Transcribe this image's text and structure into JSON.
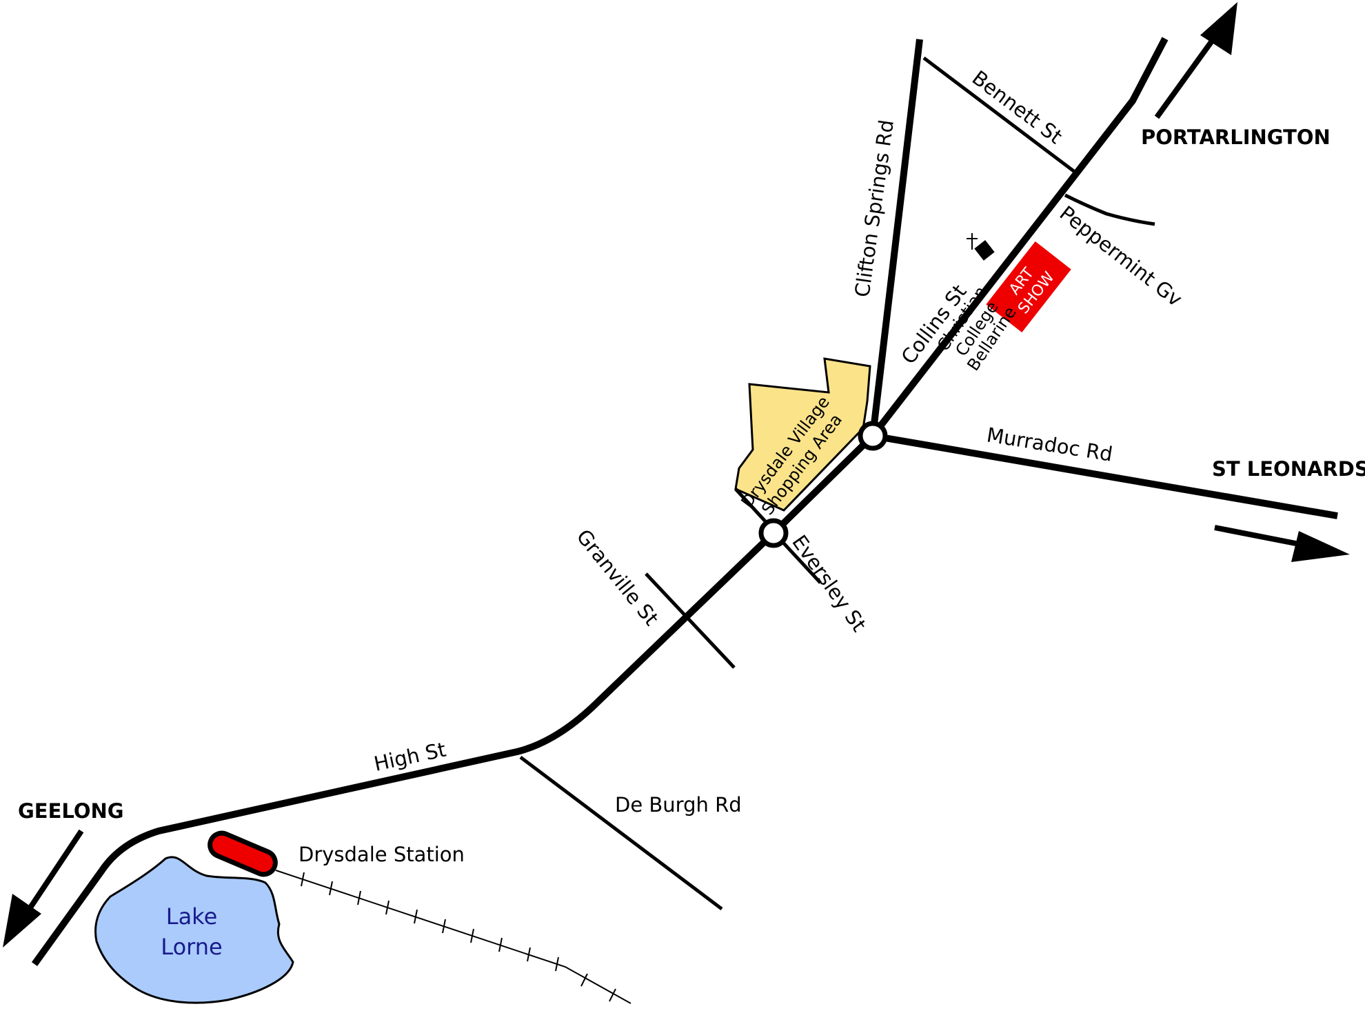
{
  "colors": {
    "road": "#000000",
    "shopping_area": "#fbe38a",
    "lake_fill": "#aacbfb",
    "lake_text": "#1a1a8c",
    "station": "#ee0000",
    "art_show": "#ee0000",
    "background": "#ffffff"
  },
  "destinations": {
    "portarlington": "PORTARLINGTON",
    "st_leonards": "ST LEONARDS",
    "geelong": "GEELONG"
  },
  "roads": {
    "bennett_st": "Bennett St",
    "clifton_springs_rd": "Clifton Springs Rd",
    "peppermint_gv": "Peppermint Gv",
    "collins_st": "Collins St",
    "murradoc_rd": "Murradoc Rd",
    "eversley_st": "Eversley St",
    "granville_st": "Granville St",
    "high_st": "High St",
    "de_burgh_rd": "De Burgh Rd"
  },
  "places": {
    "shopping_line1": "Drysdale Village",
    "shopping_line2": "Shopping Area",
    "college_line1": "Christian",
    "college_line2": "College",
    "college_line3": "Bellarine",
    "art_show_line1": "ART",
    "art_show_line2": "SHOW",
    "station": "Drysdale Station",
    "lake_line1": "Lake",
    "lake_line2": "Lorne"
  },
  "icons": {
    "church": "church-icon",
    "station": "train-station-icon",
    "roundabout": "roundabout-icon",
    "direction_arrow": "arrow-icon"
  }
}
